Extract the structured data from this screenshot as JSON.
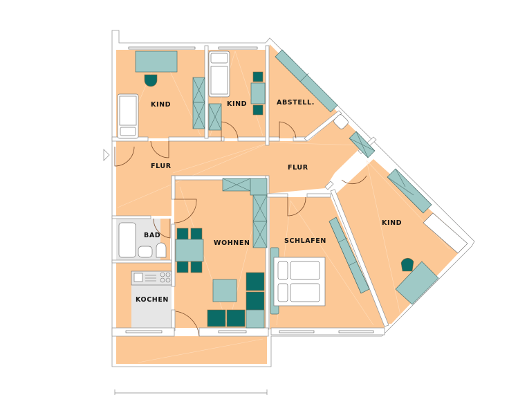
{
  "plan": {
    "type": "apartment floor plan",
    "colors": {
      "floor": "#fcc896",
      "wet_room": "#e6e6e6",
      "furniture_light": "#9fc9c6",
      "furniture_dark": "#0b6b66",
      "wall": "#ffffff",
      "door_arc": "#7a4a28",
      "label": "#111111"
    },
    "rooms": [
      {
        "id": "kind-1",
        "label": "KIND"
      },
      {
        "id": "kind-2",
        "label": "KIND"
      },
      {
        "id": "abstell",
        "label": "ABSTELL."
      },
      {
        "id": "flur-1",
        "label": "FLUR"
      },
      {
        "id": "flur-2",
        "label": "FLUR"
      },
      {
        "id": "bad",
        "label": "BAD"
      },
      {
        "id": "wohnen",
        "label": "WOHNEN"
      },
      {
        "id": "schlafen",
        "label": "SCHLAFEN"
      },
      {
        "id": "kind-3",
        "label": "KIND"
      },
      {
        "id": "kochen",
        "label": "KOCHEN"
      }
    ],
    "entrance": {
      "icon": "entrance-arrow-icon"
    },
    "balcony": {
      "label": ""
    }
  }
}
